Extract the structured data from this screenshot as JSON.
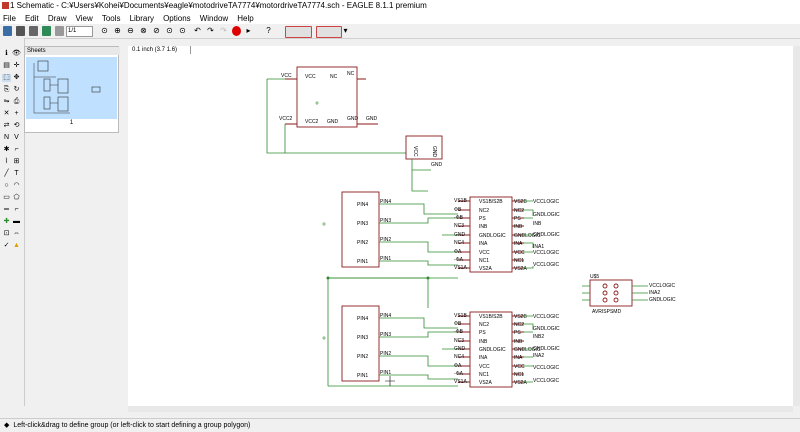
{
  "window": {
    "title": "1 Schematic - C:¥Users¥Kohei¥Documents¥eagle¥motodriveTA7774¥motordriveTA7774.sch - EAGLE 8.1.1 premium"
  },
  "menu": [
    "File",
    "Edit",
    "Draw",
    "View",
    "Tools",
    "Library",
    "Options",
    "Window",
    "Help"
  ],
  "toolbar": {
    "zoom": "1/1"
  },
  "sheets": {
    "title": "Sheets",
    "sheet_number": "1"
  },
  "coord": {
    "value": "0.1 inch (3.7 1.6)"
  },
  "status": {
    "message": "Left-click&drag to define group (or left-click to start defining a group polygon)"
  },
  "schematic": {
    "top_component": {
      "pins": [
        "VCC",
        "NC",
        "VCC2",
        "GND"
      ],
      "nets": [
        "VCC",
        "NC",
        "VCC2",
        "GND",
        "GND"
      ]
    },
    "regulator": {
      "pins": [
        "VCC",
        "GND"
      ],
      "net": "GND"
    },
    "connector_pins": [
      "PIN4",
      "PIN3",
      "PIN2",
      "PIN1"
    ],
    "driver_pins": {
      "left": [
        "VS1B",
        "ΦB",
        "-ΦB",
        "NC3",
        "GND",
        "NC4",
        "ΦA",
        "-ΦA",
        "VS1A"
      ],
      "middle": [
        "VS1B/S2B",
        "NC2",
        "PS",
        "INB",
        "GNDLOGIC",
        "INA",
        "VCC",
        "NC1",
        "VS2A"
      ],
      "right": [
        "VS2B",
        "NC2",
        "PS",
        "INB",
        "GNDLOGIC",
        "INA",
        "VCC",
        "NC1",
        "VS2A"
      ]
    },
    "driver_net_labels": [
      "VCCLOGIC",
      "GNDLOGIC",
      "INB",
      "GNDLOGIC",
      "INA1",
      "VCCLOGIC",
      "VCCLOGIC"
    ],
    "driver2_net_labels": [
      "VCCLOGIC",
      "GNDLOGIC",
      "INB2",
      "GNDLOGIC",
      "INA2",
      "VCCLOGIC",
      "VCCLOGIC"
    ],
    "avr": {
      "ref": "U$5",
      "name": "AVRISPSMD",
      "nets": [
        "VCCLOGIC",
        "INA2",
        "GNDLOGIC"
      ]
    }
  }
}
